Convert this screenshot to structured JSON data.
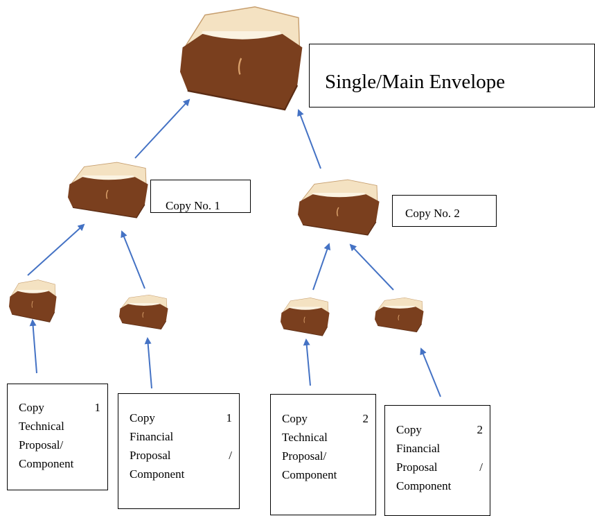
{
  "colors": {
    "arrow": "#4472c4",
    "envelope_body": "#7a3f1e",
    "envelope_flap": "#efd2a8",
    "envelope_inner": "#f6e6c8",
    "envelope_string": "#c98a5a"
  },
  "icon": "envelope-icon",
  "main_box": {
    "label": "Single/Main Envelope"
  },
  "copy_boxes": [
    {
      "label": "Copy No. 1"
    },
    {
      "label": "Copy No. 2"
    }
  ],
  "component_boxes": [
    {
      "line1_left": "Copy",
      "line1_right": "1",
      "line2": "Technical",
      "line3_left": "Proposal/",
      "line3_right": "",
      "line4": "Component"
    },
    {
      "line1_left": "Copy",
      "line1_right": "1",
      "line2": "Financial",
      "line3_left": "Proposal",
      "line3_right": "/",
      "line4": "Component"
    },
    {
      "line1_left": "Copy",
      "line1_right": "2",
      "line2": "Technical",
      "line3_left": "Proposal/",
      "line3_right": "",
      "line4": "Component"
    },
    {
      "line1_left": "Copy",
      "line1_right": "2",
      "line2": "Financial",
      "line3_left": "Proposal",
      "line3_right": "/",
      "line4": "Component"
    }
  ]
}
